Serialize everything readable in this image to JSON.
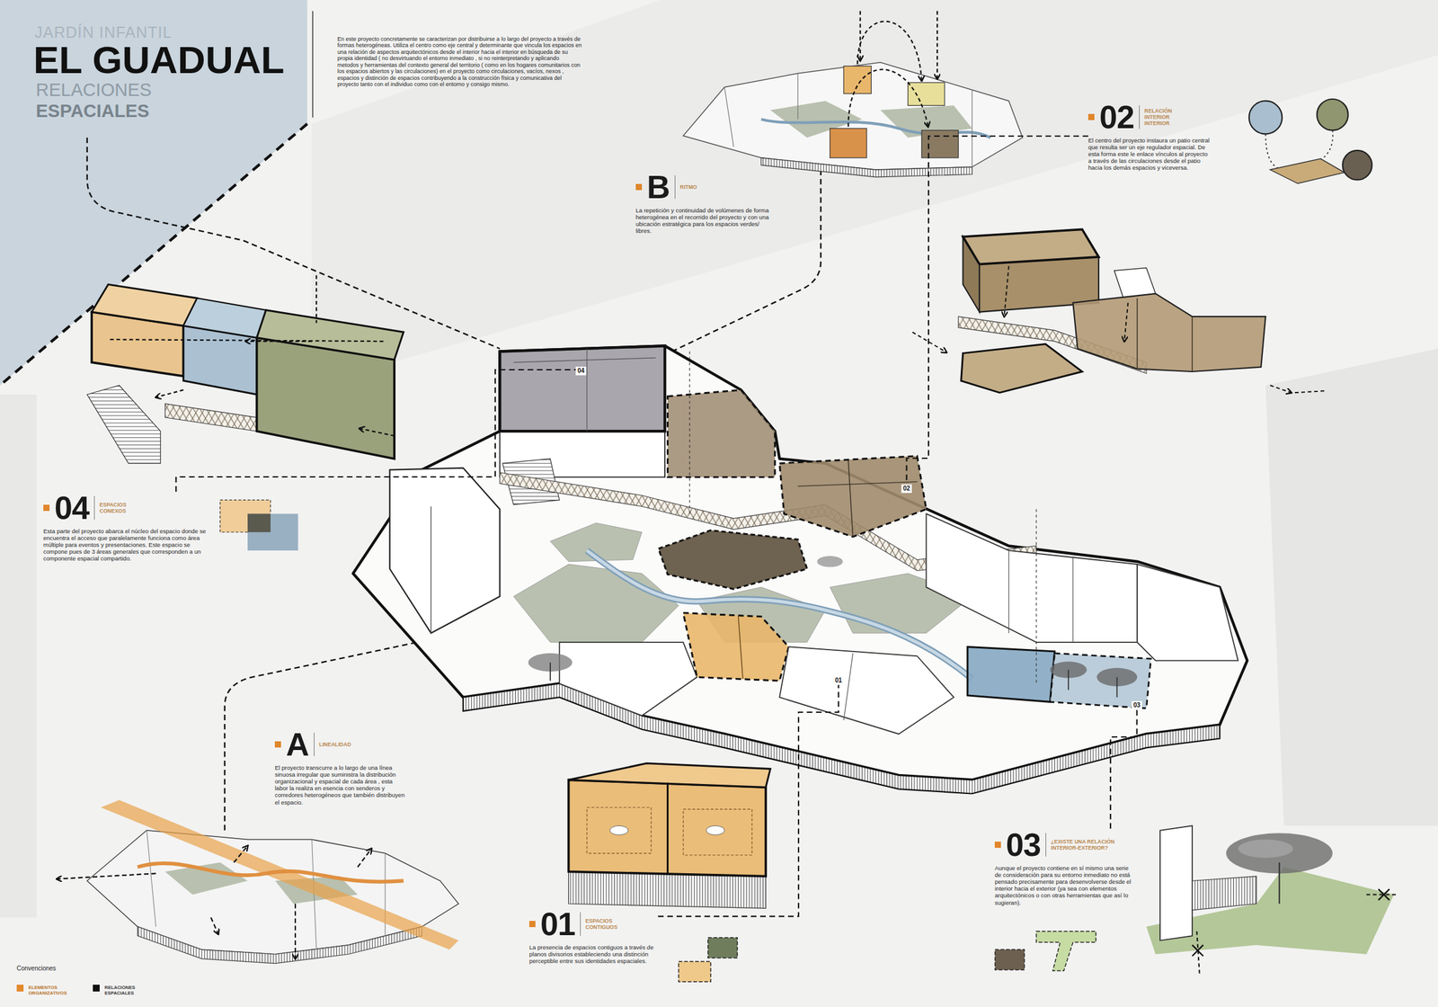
{
  "diagram": {
    "title": "EL GUADUAL",
    "nodes": [
      {
        "text": [
          "02",
          "RELACIÓN INTERIOR INTERIOR",
          "El centro del proyecto instaura un patio central que resulta ser un eje regulador espacial. De esta forma este le enlace vínculos al proyecto a través de las circulaciones desde el patio hacia los demás espacios y viceversa."
        ]
      },
      {
        "text": [
          "B",
          "RITMO",
          "La repetición y continuidad de volúmenes de forma heterogénea en el recorrido del proyecto y con una ubicación estratégica para los espacios verdes/ libres."
        ]
      },
      {
        "text": [
          "04"
        ]
      },
      {
        "text": [
          "02"
        ]
      },
      {
        "text": [
          "04",
          "ESPACIOS CONEXOS",
          "Esta parte del proyecto abarca el núcleo del espacio donde se encuentra el acceso que paralelamente funciona como área múltiple para eventos y presentaciones. Este espacio se compone pues de 3 áreas generales que corresponden a un componente espacial compartido."
        ]
      },
      {
        "text": [
          "01"
        ]
      },
      {
        "text": [
          "03"
        ]
      },
      {
        "text": [
          "A",
          "LINEALIDAD",
          "El proyecto transcurre a lo largo de una línea sinuosa irregular que suministra la distribución organizacional y espacial de cada área , esta labor la realiza en esencia con senderos y corredores heterogéneos que también distribuyen el espacio."
        ]
      },
      {
        "text": [
          "03",
          "¿EXISTE UNA RELACIÓN INTERIOR-EXTERIOR?",
          "Aunque el proyecto contiene en sí mismo una serie de consideración para su entorno inmediato no está pensado precisamente para desenvolverse desde el interior hacia el exterior (ya sea con elementos arquitectónicos o con otras herramientas que así lo sugieran)."
        ]
      },
      {
        "text": [
          "01",
          "ESPACIOS CONTIGUOS",
          "La presencia de espacios contiguos a través de planos divisorios estableciendo una distinción perceptible entre sus identidades espaciales."
        ]
      }
    ],
    "edges": [
      {
        "from": 4,
        "to": 2,
        "arrow": "none"
      },
      {
        "from": 0,
        "to": 3,
        "arrow": "none"
      },
      {
        "from": 9,
        "to": 5,
        "arrow": "none"
      },
      {
        "from": 8,
        "to": 6,
        "arrow": "none"
      }
    ],
    "labels": [
      "JARDÍN INFANTIL",
      "RELACIONES",
      "ESPACIALES",
      "En este proyecto concretamente se caracterizan por distribuirse a lo largo del proyecto a través de formas heterogéneas. Utiliza el centro como eje central y determinante que vincula los espacios en una relación de aspectos arquitectónicos desde el interior hacia el interior en búsqueda de su propia identidad ( no desvirtuando el entorno inmediato , si no reinterpretando y aplicando metodos y herramientas del contexto general del territorio ( como en los hogares comunitarios con los espacios abiertos y las circulaciones) en el proyecto como circulaciones, vacíos, nexos , espacios y distinción de espacios contribuyendo a la construcción física y comunicativa del proyecto tanto con el individuo como con el entorno y consigo mismo.",
      "Convenciones"
    ],
    "legend": [
      {
        "text": "ELEMENTOS ORGANIZATIVOS",
        "color": "#e2892c"
      },
      {
        "text": "RELACIONES ESPACIALES",
        "color": "#111111"
      }
    ]
  }
}
